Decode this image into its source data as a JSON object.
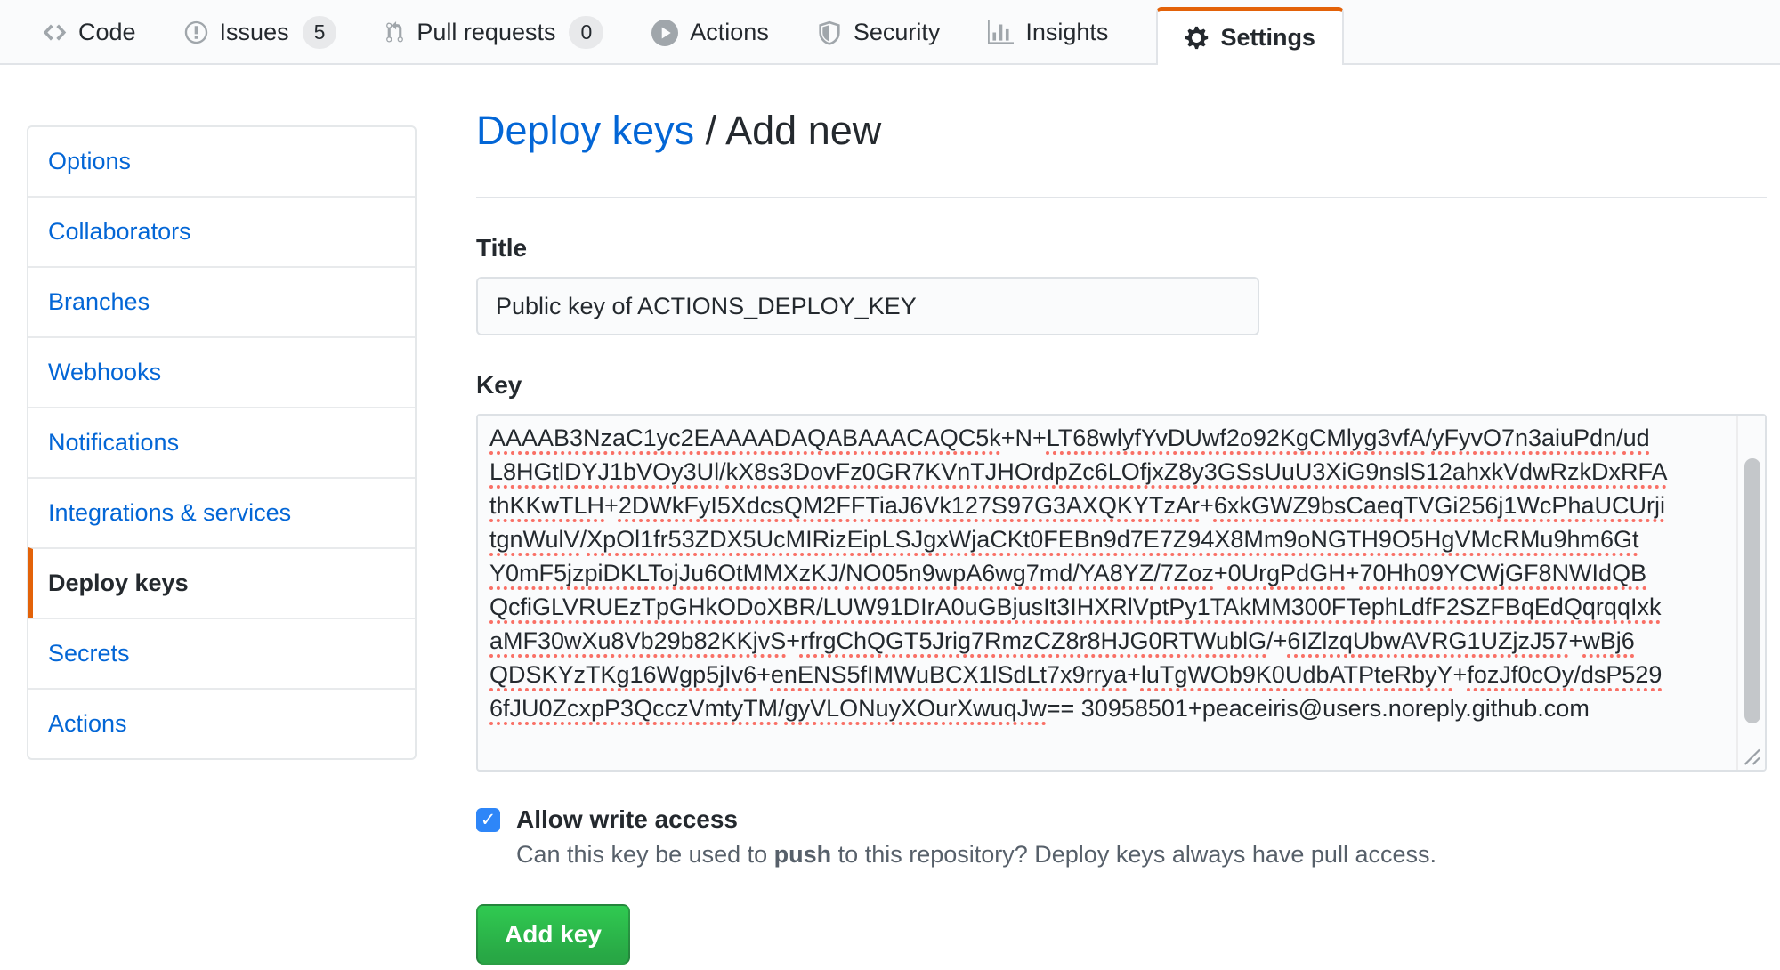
{
  "nav": {
    "tabs": [
      {
        "label": "Code",
        "icon": "code-icon"
      },
      {
        "label": "Issues",
        "icon": "issue-opened-icon",
        "badge": "5"
      },
      {
        "label": "Pull requests",
        "icon": "git-pull-request-icon",
        "badge": "0"
      },
      {
        "label": "Actions",
        "icon": "play-icon"
      },
      {
        "label": "Security",
        "icon": "shield-icon"
      },
      {
        "label": "Insights",
        "icon": "graph-icon"
      },
      {
        "label": "Settings",
        "icon": "gear-icon",
        "active": true
      }
    ]
  },
  "sidebar": {
    "items": [
      {
        "label": "Options"
      },
      {
        "label": "Collaborators"
      },
      {
        "label": "Branches"
      },
      {
        "label": "Webhooks"
      },
      {
        "label": "Notifications"
      },
      {
        "label": "Integrations & services"
      },
      {
        "label": "Deploy keys",
        "active": true
      },
      {
        "label": "Secrets"
      },
      {
        "label": "Actions"
      }
    ]
  },
  "main": {
    "breadcrumb": {
      "link": "Deploy keys",
      "separator": " / ",
      "current": "Add new"
    },
    "title_field": {
      "label": "Title",
      "value": "Public key of ACTIONS_DEPLOY_KEY"
    },
    "key_field": {
      "label": "Key",
      "lines": [
        "AAAAB3NzaC1yc2EAAAADAQABAAACAQC5k+N+LT68wlyfYvDUwf2o92KgCMlyg3vfA/yFyvO7n3aiuPdn/ud",
        "L8HGtlDYJ1bVOy3Ul/kX8s3DovFz0GR7KVnTJHOrdpZc6LOfjxZ8y3GSsUuU3XiG9nslS12ahxkVdwRzkDxRFA",
        "thKKwTLH+2DWkFyI5XdcsQM2FFTiaJ6Vk127S97G3AXQKYTzAr+6xkGWZ9bsCaeqTVGi256j1WcPhaUCUrji",
        "tgnWulV/XpOl1fr53ZDX5UcMIRizEipLSJgxWjaCKt0FEBn9d7E7Z94X8Mm9oNGTH9O5HgVMcRMu9hm6Gt",
        "Y0mF5jzpiDKLTojJu6OtMMXzKJ/NO05n9wpA6wg7md/YA8YZ/7Zoz+0UrgPdGH+70Hh09YCWjGF8NWIdQB",
        "QcfiGLVRUEzTpGHkODoXBR/LUW91DIrA0uGBjusIt3IHXRlVptPy1TAkMM300FTephLdfF2SZFBqEdQqrqqIxk",
        "aMF30wXu8Vb29b82KKjvS+rfrgChQGT5Jrig7RmzCZ8r8HJG0RTWublG/+6IZlzqUbwAVRG1UZjzJ57+wBj6",
        "QDSKYzTKg16Wgp5jIv6+enENS5fIMWuBCX1lSdLt7x9rrya+luTgWOb9K0UdbATPteRbyY+fozJf0cOy/dsP529",
        "6fJU0ZcxpP3QcczVmtyTM/gyVLONuyXOurXwuqJw== 30958501+peaceiris@users.noreply.github.com"
      ]
    },
    "write_access": {
      "label": "Allow write access",
      "checked": true,
      "check_glyph": "✓",
      "note_prefix": "Can this key be used to ",
      "note_bold": "push",
      "note_suffix": " to this repository? Deploy keys always have pull access."
    },
    "submit_label": "Add key"
  },
  "colors": {
    "accent_orange": "#e36209",
    "link_blue": "#0366d6",
    "button_green": "#28a745",
    "checkbox_blue": "#2e86f8",
    "squiggle_red": "#f97066"
  }
}
